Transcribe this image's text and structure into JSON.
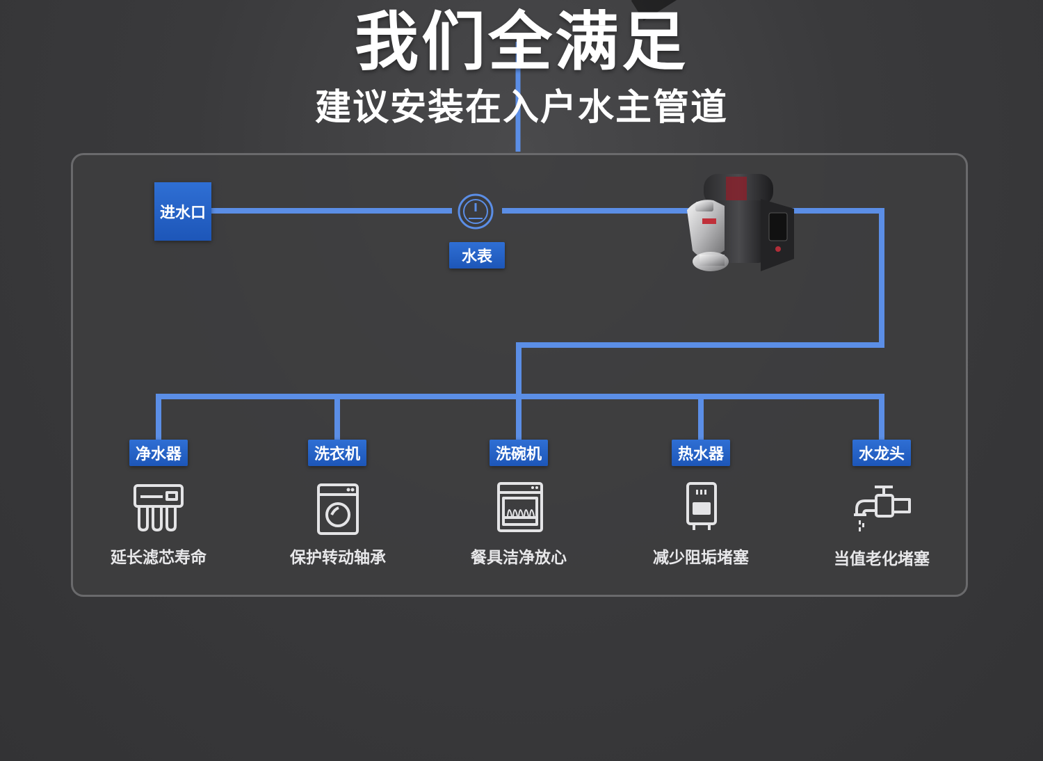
{
  "header": {
    "title": "我们全满足",
    "subtitle": "建议安装在入户水主管道"
  },
  "inlet_label": "进水口",
  "meter_label": "水表",
  "devices": [
    {
      "label": "净水器",
      "caption": "延长滤芯寿命",
      "icon": "water-purifier-icon"
    },
    {
      "label": "洗衣机",
      "caption": "保护转动轴承",
      "icon": "washing-machine-icon"
    },
    {
      "label": "洗碗机",
      "caption": "餐具洁净放心",
      "icon": "dishwasher-icon"
    },
    {
      "label": "热水器",
      "caption": "减少阻垢堵塞",
      "icon": "water-heater-icon"
    },
    {
      "label": "水龙头",
      "caption": "当值老化堵塞",
      "icon": "faucet-icon"
    }
  ],
  "colors": {
    "pipe": "#5b8ee6",
    "tag": "#2563c9"
  }
}
